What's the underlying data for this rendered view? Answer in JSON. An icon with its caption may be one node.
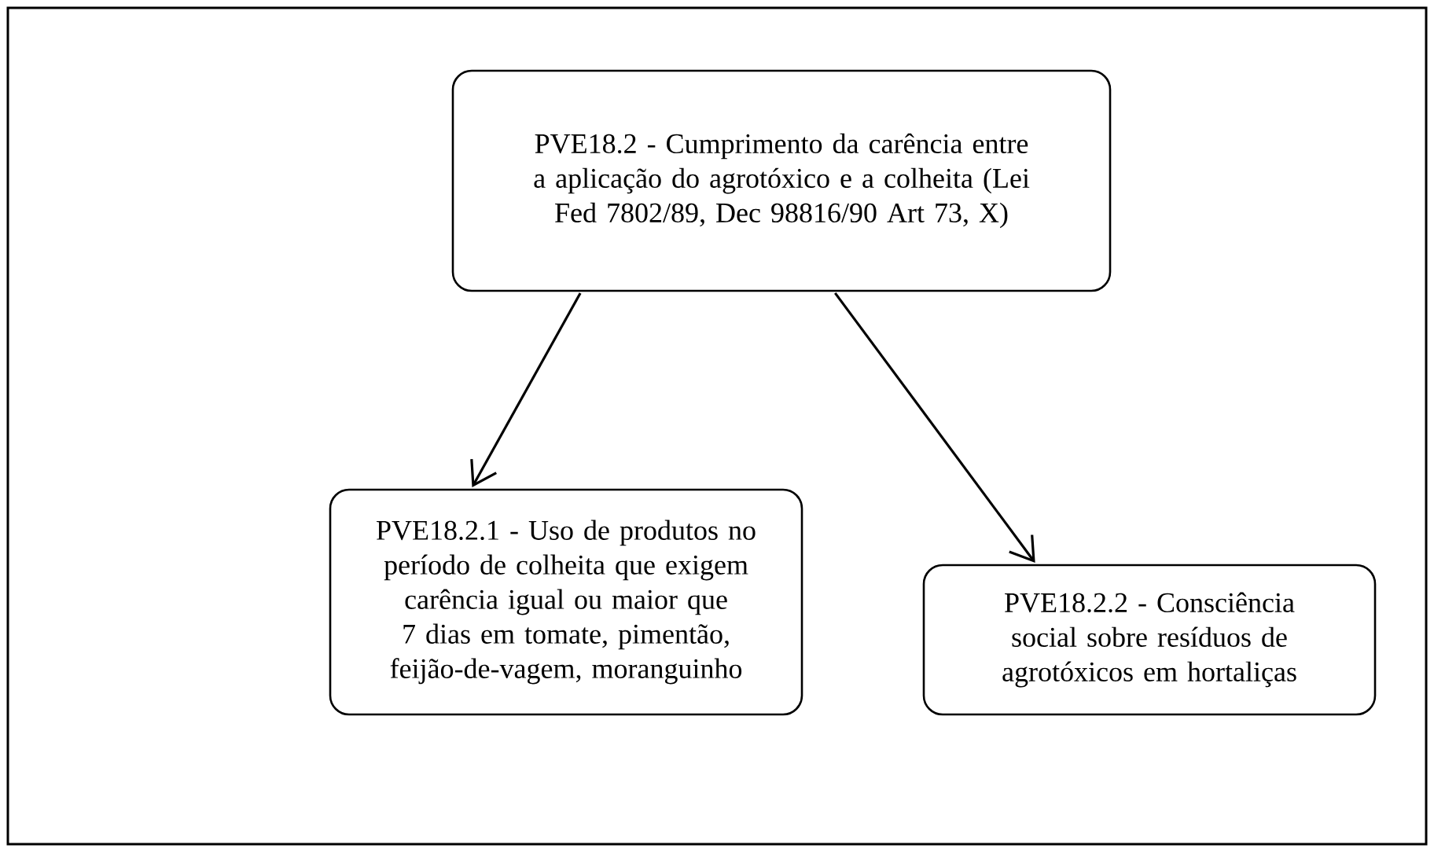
{
  "diagram": {
    "nodes": [
      {
        "text": [
          "PVE18.2 - Cumprimento da carência entre a aplicação do agrotóxico e a colheita (Lei Fed 7802/89, Dec 98816/90 Art 73, X)"
        ]
      },
      {
        "text": [
          "PVE18.2.1 - Uso de produtos no período de colheita que exigem carência igual ou maior que 7 dias em tomate, pimentão, feijão-de-vagem, moranguinho"
        ]
      },
      {
        "text": [
          "PVE18.2.2 - Consciência social sobre resíduos de agrotóxicos em hortaliças"
        ]
      }
    ],
    "edges": [
      {
        "from": 0,
        "to": 1,
        "arrow": "to"
      },
      {
        "from": 0,
        "to": 2,
        "arrow": "to"
      }
    ]
  }
}
